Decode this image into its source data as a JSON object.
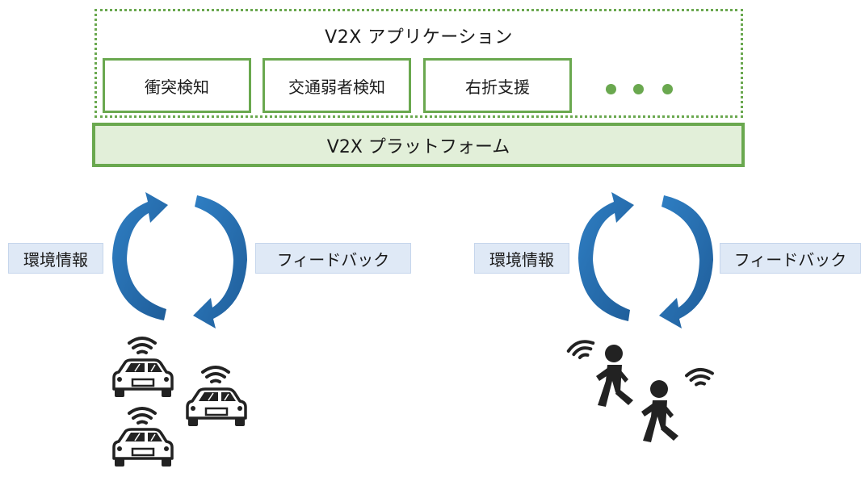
{
  "applications": {
    "title": "V2X アプリケーション",
    "items": [
      "衝突検知",
      "交通弱者検知",
      "右折支援"
    ],
    "more_indicator": "ellipsis-dots"
  },
  "platform": {
    "label": "V2X プラットフォーム"
  },
  "loops": [
    {
      "input_label": "環境情報",
      "output_label": "フィードバック",
      "actor": "vehicles",
      "icons": [
        "car-icon",
        "car-icon",
        "car-icon",
        "wireless-signal-icon"
      ]
    },
    {
      "input_label": "環境情報",
      "output_label": "フィードバック",
      "actor": "pedestrians",
      "icons": [
        "pedestrian-icon",
        "pedestrian-icon",
        "wireless-signal-icon"
      ]
    }
  ],
  "colors": {
    "frame_green": "#6aa84f",
    "platform_fill": "#e2efd9",
    "arrow_blue": "#2e75b6",
    "label_fill": "#dfe9f6",
    "icon_dark": "#222222"
  }
}
